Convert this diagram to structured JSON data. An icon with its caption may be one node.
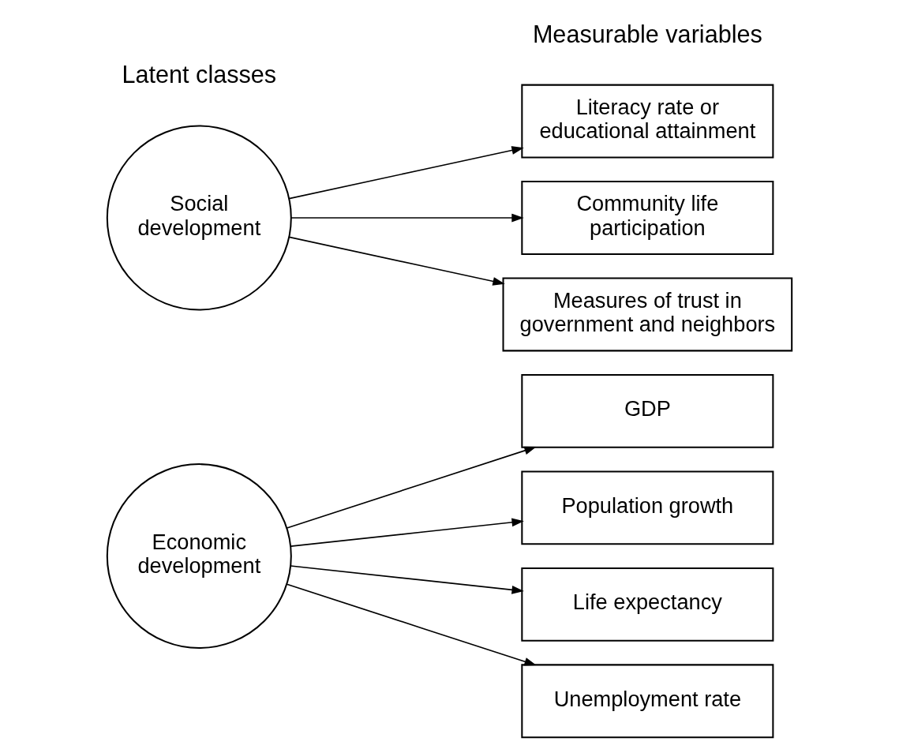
{
  "diagram": {
    "nodes": [
      {
        "text": [
          "Economic development"
        ]
      },
      {
        "text": [
          "Social development"
        ]
      },
      {
        "text": [
          "GDP"
        ]
      },
      {
        "text": [
          "Population growth"
        ]
      },
      {
        "text": [
          "Life expectancy"
        ]
      },
      {
        "text": [
          "Unemployment rate"
        ]
      },
      {
        "text": [
          "Literacy rate or educational attainment"
        ]
      },
      {
        "text": [
          "Community life participation"
        ]
      },
      {
        "text": [
          "Measures of trust in government and neighbors"
        ]
      }
    ],
    "edges": [
      {
        "from": 0,
        "to": 2,
        "arrow": "to"
      },
      {
        "from": 0,
        "to": 3,
        "arrow": "to"
      },
      {
        "from": 0,
        "to": 4,
        "arrow": "to"
      },
      {
        "from": 0,
        "to": 5,
        "arrow": "to"
      },
      {
        "from": 1,
        "to": 6,
        "arrow": "to"
      },
      {
        "from": 1,
        "to": 7,
        "arrow": "to"
      },
      {
        "from": 1,
        "to": 8,
        "arrow": "to"
      }
    ],
    "labels": [
      "Latent classes",
      "Measurable variables"
    ]
  }
}
